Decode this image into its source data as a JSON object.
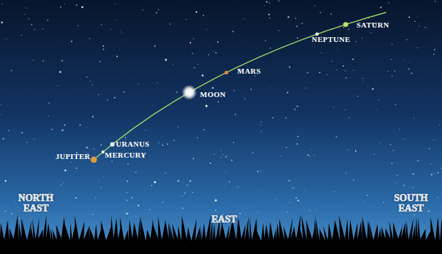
{
  "diagram": {
    "labels": [
      "SATURN",
      "NEPTUNE",
      "MARS",
      "MOON",
      "URANUS",
      "JUPITER",
      "MERCURY",
      "NORTH EAST",
      "EAST",
      "SOUTH EAST"
    ]
  }
}
